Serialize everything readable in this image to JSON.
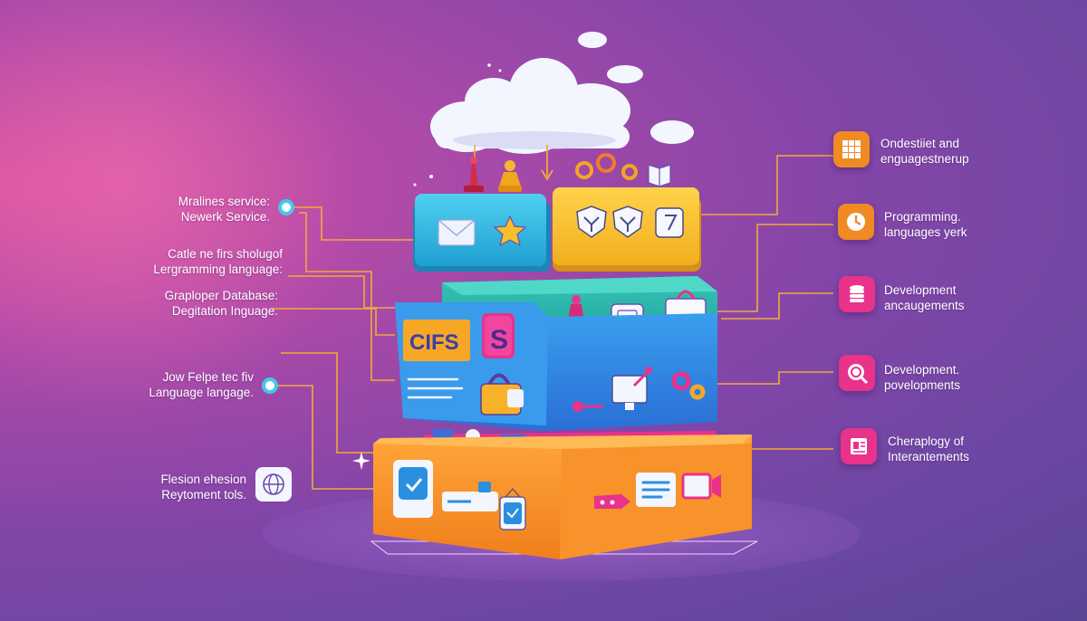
{
  "left_labels": [
    {
      "line1": "Mralines service:",
      "line2": "Newerk Service."
    },
    {
      "line1": "Catle ne firs sholugof",
      "line2": "Lergramming language:"
    },
    {
      "line1": "Graploper Database:",
      "line2": "Degitation Inguage."
    },
    {
      "line1": "Jow Felpe tec fiv",
      "line2": "Language langage."
    },
    {
      "line1": "Flesion ehesion",
      "line2": "Reytoment tols."
    }
  ],
  "right_labels": [
    {
      "line1": "Ondestiiet and",
      "line2": "enguagestnerup",
      "icon": "grid-icon",
      "color": "#f08a24"
    },
    {
      "line1": "Programming.",
      "line2": "languages yerk",
      "icon": "clock-icon",
      "color": "#f08a24"
    },
    {
      "line1": "Development",
      "line2": "ancaugements",
      "icon": "database-icon",
      "color": "#e9328a"
    },
    {
      "line1": "Development.",
      "line2": "povelopments",
      "icon": "magnifier-icon",
      "color": "#e9328a"
    },
    {
      "line1": "Cheraplogy of",
      "line2": "Interantements",
      "icon": "document-icon",
      "color": "#e9328a"
    }
  ],
  "stack": {
    "cifs_label": "CIFS",
    "s_badge": "S"
  },
  "colors": {
    "connector": "#f3a93a",
    "cyan_block": "#2bb7e0",
    "yellow_block": "#f6c02a",
    "teal_block": "#2ab3a9",
    "blue_block": "#2f8fe4",
    "orange_block": "#f7962a",
    "pink_accent": "#e9328a"
  }
}
